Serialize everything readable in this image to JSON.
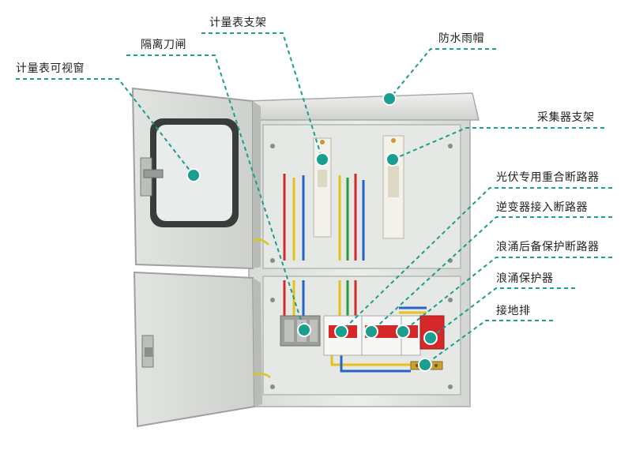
{
  "accent_color": "#1a9e8f",
  "labels": {
    "meter_window": "计量表可视窗",
    "knife_switch": "隔离刀闸",
    "meter_bracket": "计量表支架",
    "rain_cap": "防水雨帽",
    "collector_bracket": "采集器支架",
    "pv_breaker": "光伏专用重合断路器",
    "inverter_breaker": "逆变器接入断路器",
    "surge_backup_breaker": "浪涌后备保护断路器",
    "surge_protector": "浪涌保护器",
    "ground_bar": "接地排"
  }
}
